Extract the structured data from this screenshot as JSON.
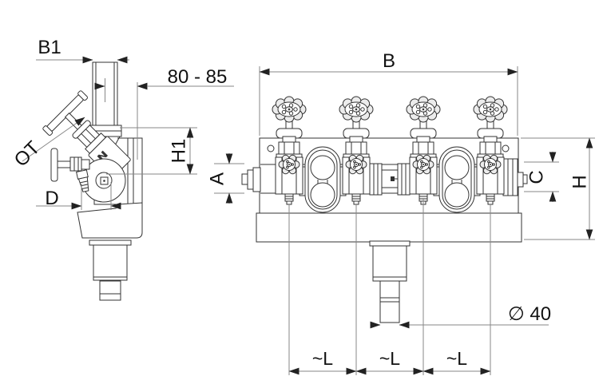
{
  "drawing": {
    "type": "technical-drawing-valve-manifold",
    "colors": {
      "background": "#ffffff",
      "line": "#333333",
      "dimension": "#878787",
      "text": "#111111"
    },
    "left_view": {
      "width_label": "B1",
      "depth_label": "80 - 85",
      "handle_label": "OT",
      "height_label": "H1",
      "offset_label": "D"
    },
    "front_view": {
      "width_label": "B",
      "pipe_label": "A",
      "end_label": "C",
      "height_label": "H",
      "spacing_labels": [
        "~L",
        "~L",
        "~L"
      ],
      "outlet_diameter_label": "∅ 40"
    }
  }
}
